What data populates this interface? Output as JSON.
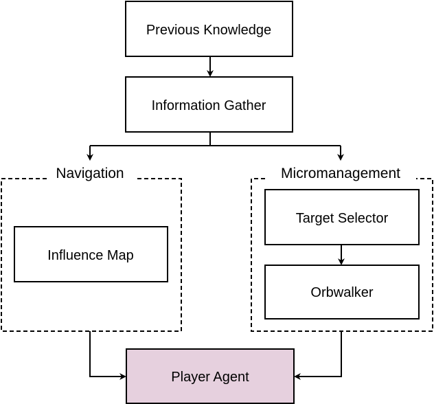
{
  "diagram": {
    "nodes": {
      "previous_knowledge": "Previous Knowledge",
      "information_gather": "Information Gather",
      "influence_map": "Influence Map",
      "target_selector": "Target Selector",
      "orbwalker": "Orbwalker",
      "player_agent": "Player Agent"
    },
    "groups": {
      "navigation": "Navigation",
      "micromanagement": "Micromanagement"
    },
    "colors": {
      "stroke": "#000000",
      "player_agent_fill": "#e6d0de",
      "box_fill": "#ffffff"
    }
  }
}
